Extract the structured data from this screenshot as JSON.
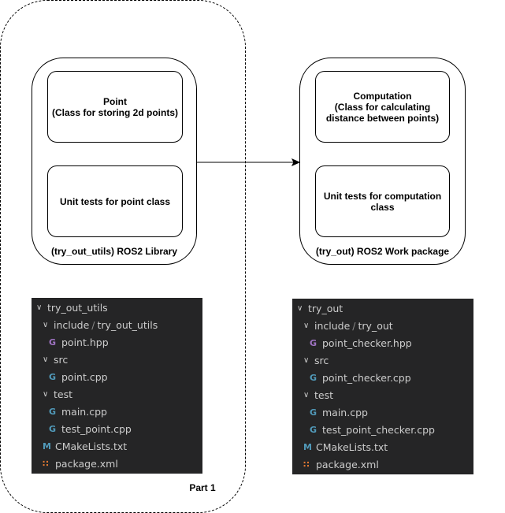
{
  "part_label": "Part 1",
  "library": {
    "label": "(try_out_utils) ROS2 Library",
    "box1": "Point\n(Class for storing 2d points)",
    "box2": "Unit tests for point class"
  },
  "work": {
    "label": "(try_out) ROS2 Work package",
    "box1": "Computation\n(Class for calculating\ndistance between points)",
    "box2": "Unit tests for computation\nclass"
  },
  "colors": {
    "hpp": "#a074c4",
    "cpp": "#519aba",
    "cmake": "#519aba",
    "xml": "#e37933"
  },
  "tree_left": [
    {
      "depth": 0,
      "type": "folder",
      "name": "try_out_utils"
    },
    {
      "depth": 1,
      "type": "folder",
      "name": "include",
      "sub": "try_out_utils"
    },
    {
      "depth": 2,
      "type": "hpp",
      "name": "point.hpp"
    },
    {
      "depth": 1,
      "type": "folder",
      "name": "src"
    },
    {
      "depth": 2,
      "type": "cpp",
      "name": "point.cpp"
    },
    {
      "depth": 1,
      "type": "folder",
      "name": "test"
    },
    {
      "depth": 2,
      "type": "cpp",
      "name": "main.cpp"
    },
    {
      "depth": 2,
      "type": "cpp",
      "name": "test_point.cpp"
    },
    {
      "depth": 1,
      "type": "cmake",
      "name": "CMakeLists.txt"
    },
    {
      "depth": 1,
      "type": "xml",
      "name": "package.xml"
    }
  ],
  "tree_right": [
    {
      "depth": 0,
      "type": "folder",
      "name": "try_out"
    },
    {
      "depth": 1,
      "type": "folder",
      "name": "include",
      "sub": "try_out"
    },
    {
      "depth": 2,
      "type": "hpp",
      "name": "point_checker.hpp"
    },
    {
      "depth": 1,
      "type": "folder",
      "name": "src"
    },
    {
      "depth": 2,
      "type": "cpp",
      "name": "point_checker.cpp"
    },
    {
      "depth": 1,
      "type": "folder",
      "name": "test"
    },
    {
      "depth": 2,
      "type": "cpp",
      "name": "main.cpp"
    },
    {
      "depth": 2,
      "type": "cpp",
      "name": "test_point_checker.cpp"
    },
    {
      "depth": 1,
      "type": "cmake",
      "name": "CMakeLists.txt"
    },
    {
      "depth": 1,
      "type": "xml",
      "name": "package.xml"
    }
  ]
}
